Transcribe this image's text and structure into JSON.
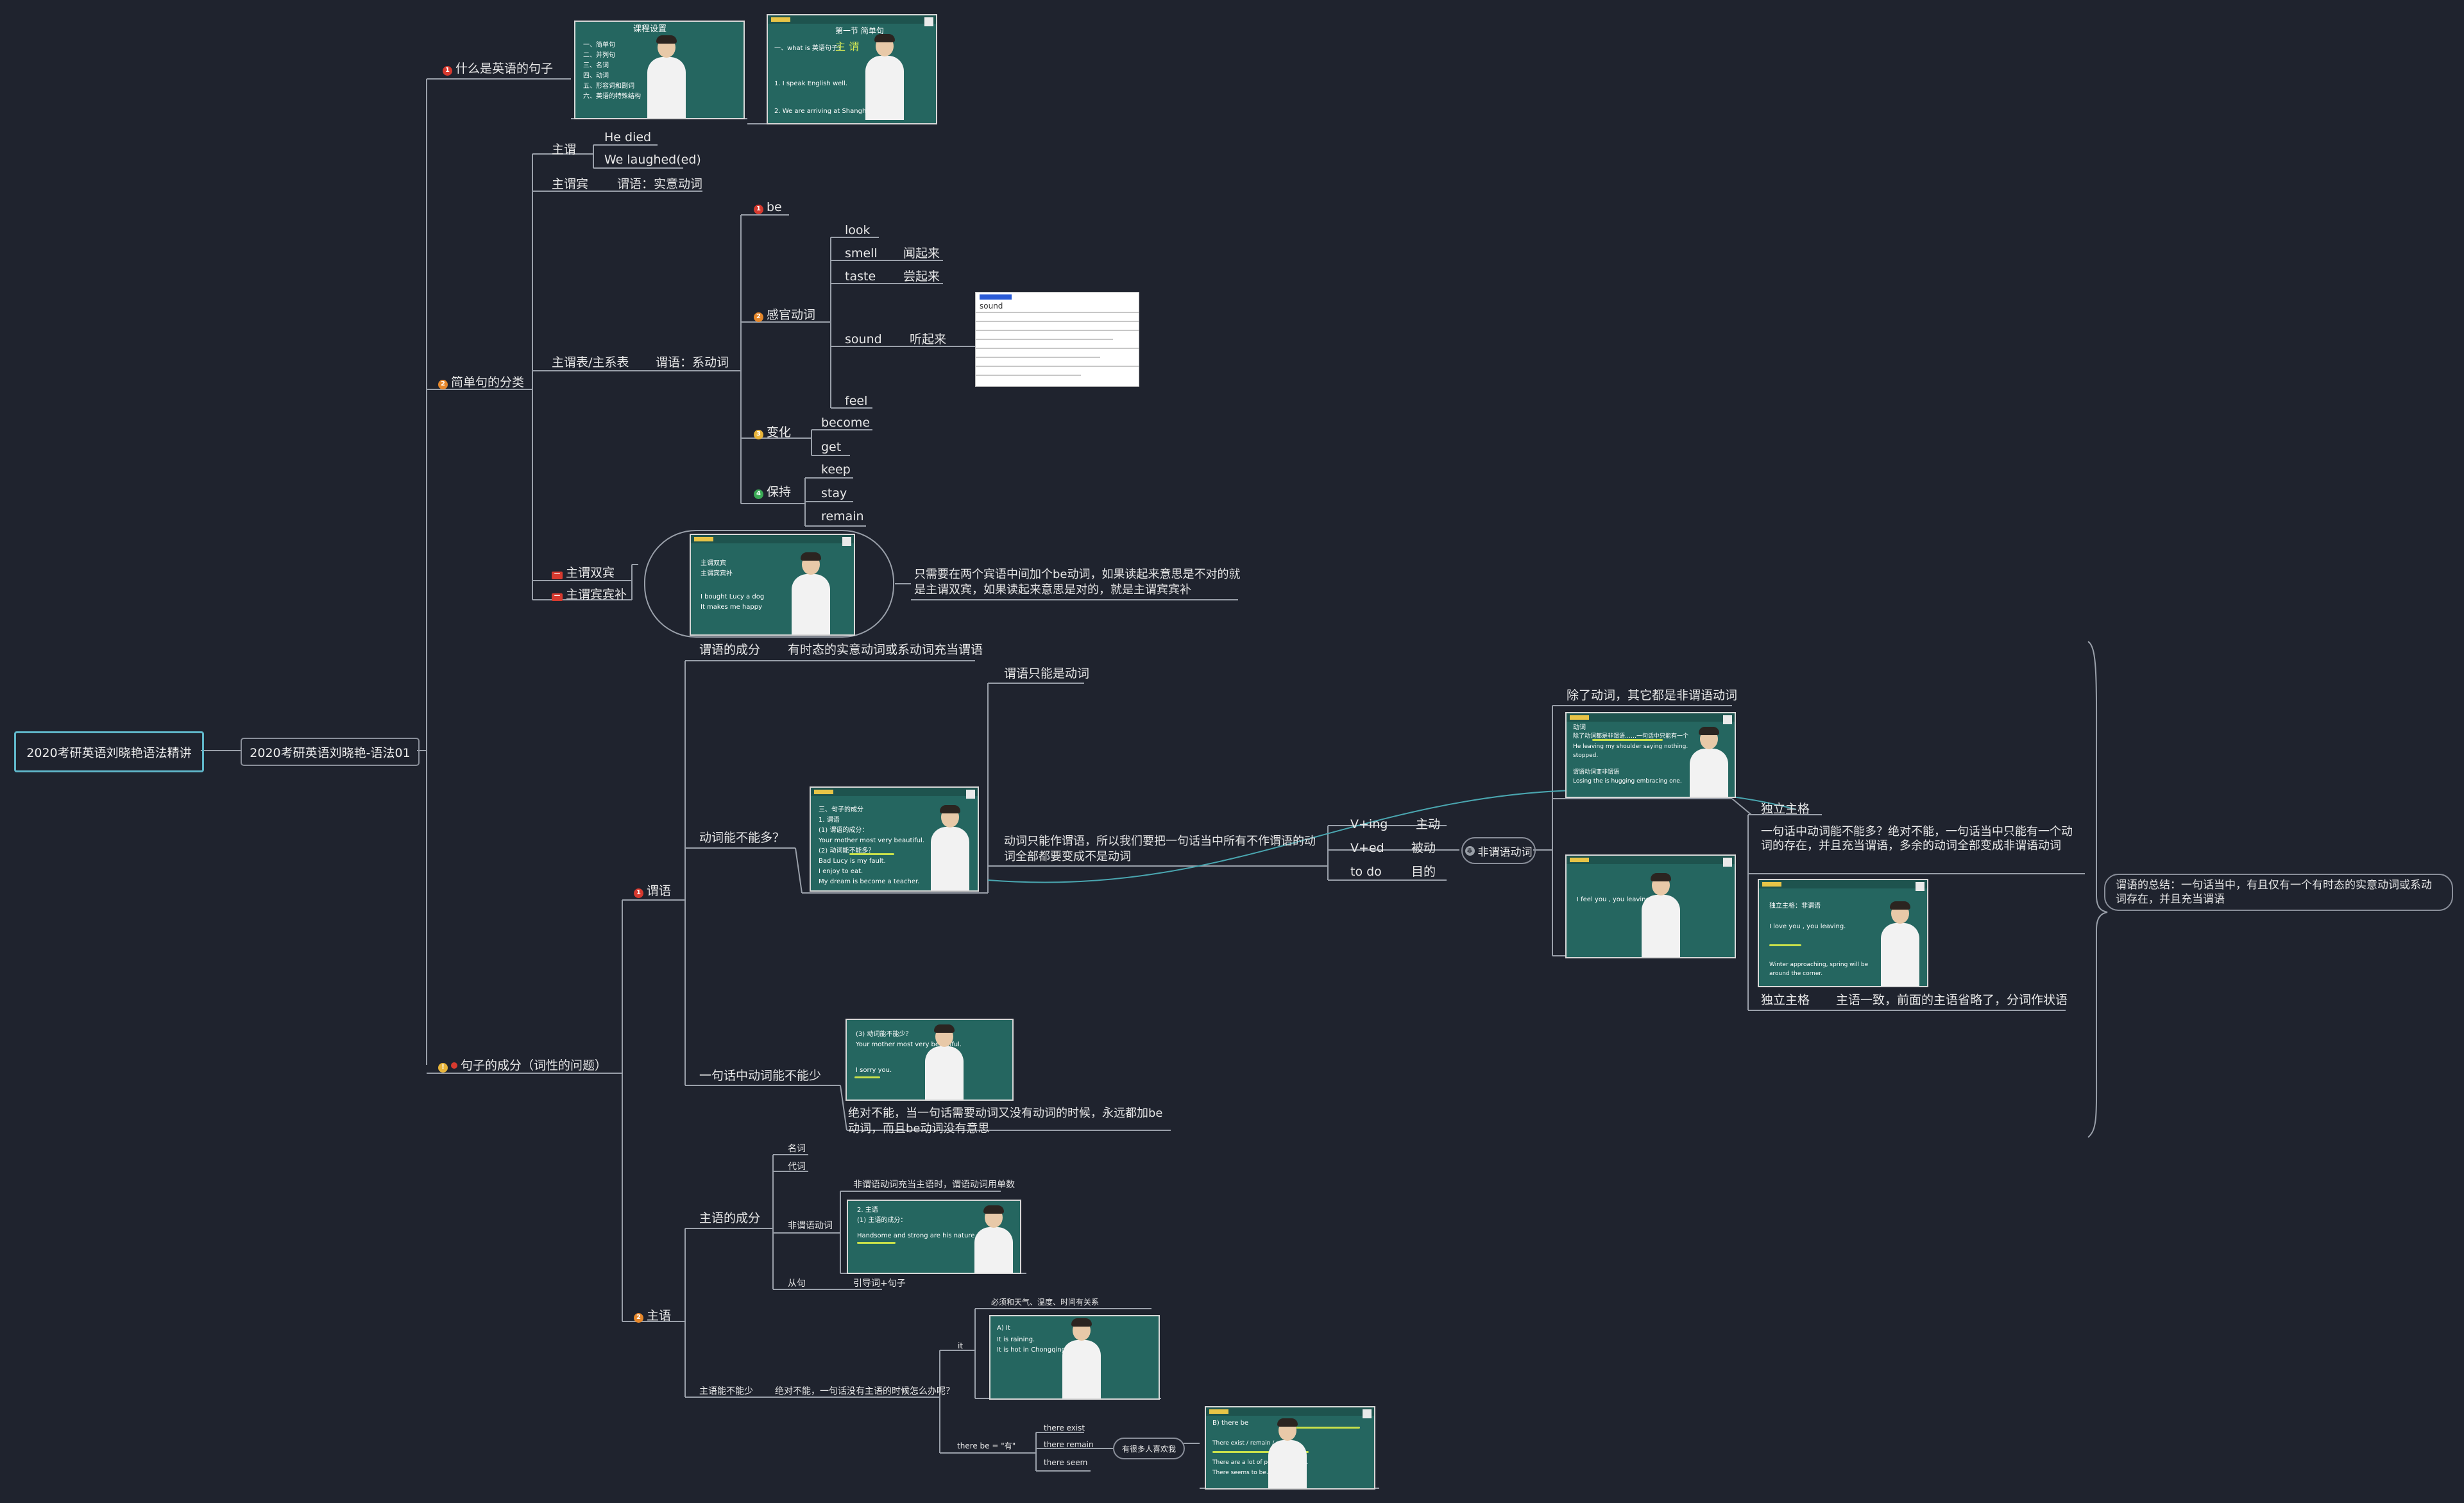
{
  "root": {
    "title": "2020考研英语刘晓艳语法精讲"
  },
  "sub": {
    "title": "2020考研英语刘晓艳-语法01"
  },
  "b1": {
    "label": "什么是英语的句子",
    "marker": "1",
    "slide1": {
      "title": "课程设置",
      "lines": [
        "一、简单句",
        "二、并列句",
        "三、名词",
        "四、动词",
        "五、形容词和副词",
        "六、英语的特殊结构"
      ]
    },
    "slide2": {
      "title": "第一节 简单句",
      "lines": [
        "一、what is 英语句子？",
        "1. I speak English well.",
        "2. We are arriving at Shanghai."
      ],
      "ink": "主 谓"
    }
  },
  "b2": {
    "label": "简单句的分类",
    "marker": "2",
    "zhuwei": "主谓",
    "he_died": "He died",
    "we_laughed": "We laughed",
    "zhuweibin": "主谓宾",
    "zhuweibin_note": "谓语：实意动词",
    "zhuxi": "主谓表/主系表",
    "zhuxi_note": "谓语：系动词",
    "be": "be",
    "be_marker": "1",
    "ganguan": "感官动词",
    "ganguan_marker": "2",
    "look": "look",
    "smell": "smell",
    "smell_zh": "闻起来",
    "taste": "taste",
    "taste_zh": "尝起来",
    "sound": "sound",
    "sound_zh": "听起来",
    "feel": "feel",
    "dict_word": "sound",
    "bianhua": "变化",
    "bianhua_marker": "3",
    "become": "become",
    "get": "get",
    "baochi": "保持",
    "baochi_marker": "4",
    "keep": "keep",
    "stay": "stay",
    "remain": "remain",
    "shuangbin": "主谓双宾",
    "binbu": "主谓宾宾补",
    "shuangbin_marker": "一",
    "binbu_marker": "一",
    "shuangbin_note": "只需要在两个宾语中间加个be动词，如果读起来意思是不对的就是主谓双宾，如果读起来意思是对的，就是主谓宾宾补",
    "slide3": {
      "lines": [
        "主谓双宾",
        "主谓宾宾补",
        "I bought Lucy a dog",
        "It makes me happy"
      ]
    }
  },
  "b3": {
    "label": "句子的成分（词性的问题）",
    "weiyu": "谓语",
    "weiyu_marker": "1",
    "chengfen": "谓语的成分",
    "chengfen_note": "有时态的实意动词或系动词充当谓语",
    "duo": "动词能不能多？",
    "zhineng": "谓语只能是动词",
    "duo_note": "动词只能作谓语，所以我们要把一句话当中所有不作谓语的动词全部都要变成不是动词",
    "ving": "V+ing",
    "ving_zh": "主动",
    "ved": "V+ed",
    "ved_zh": "被动",
    "todo": "to do",
    "todo_zh": "目的",
    "feiweiyu": "非谓语动词",
    "feiweiyu_marker": "非",
    "chule": "除了动词，其它都是非谓语动词",
    "duli1": "独立主格",
    "duli_note": "一句话中动词能不能多？绝对不能，一句话当中只能有一个动词的存在，并且充当谓语，多余的动词全部变成非谓语动词",
    "duli2": "独立主格",
    "duli2_note": "主语一致，前面的主语省略了，分词作状语",
    "summary": "谓语的总结：一句话当中，有且仅有一个有时态的实意动词或系动词存在，并且充当谓语",
    "shao": "一句话中动词能不能少",
    "shao_note": "绝对不能，当一句话需要动词又没有动词的时候，永远都加be动词，而且be动词没有意思",
    "zhuyu": "主语",
    "zhuyu_marker": "2",
    "zhuyu_chengfen": "主语的成分",
    "mingci": "名词",
    "daici": "代词",
    "feiweiyu2": "非谓语动词",
    "feiweiyu2_note": "非谓语动词充当主语时，谓语动词用单数",
    "congju": "从句",
    "congju_note": "引导词+句子",
    "zhuyu_shao": "主语能不能少",
    "zhuyu_shao_note": "绝对不能，一句话没有主语的时候怎么办呢？",
    "it": "it",
    "it_note": "必须和天气、温度、时间有关系",
    "there_be": "there be = \"有\"",
    "there_exist": "there exist",
    "there_remain": "there remain",
    "there_seem": "there seem",
    "youhen": "有很多人喜欢我",
    "slide_duo": {
      "lines": [
        "三、句子的成分",
        "1. 谓语",
        "(1) 谓语的成分：",
        "Your mother most very beautiful.",
        "(2) 动词能不能多？",
        "Bad Lucy is my fault.",
        "I enjoy to eat.",
        "My dream is become a teacher."
      ]
    },
    "slide_shao": {
      "lines": [
        "(3) 动词能不能少？",
        "Your mother most very beautiful.",
        "I sorry you."
      ]
    },
    "slide_chule": {
      "lines": [
        "动词",
        "除了动词都是非谓语……一句话中只能有一个",
        "He leaving my shoulder saying nothing.",
        "stopped.",
        "谓语动词变非谓语",
        "Losing the is hugging embracing one."
      ]
    },
    "slide_duli": {
      "lines": [
        "I feel you , you leaving."
      ]
    },
    "slide_duli2": {
      "lines": [
        "独立主格：非谓语",
        "I love you , you leaving.",
        "Winter approaching, spring will be",
        "around the corner."
      ]
    },
    "slide_zhuyu": {
      "lines": [
        "2. 主语",
        "(1) 主语的成分：",
        "Handsome and strong are his nature."
      ]
    },
    "slide_it": {
      "lines": [
        "A) It",
        "It is raining.",
        "It is hot in Chongqing."
      ]
    },
    "slide_there": {
      "lines": [
        "B) there be",
        "There exist / remain / seem",
        "There are a lot of people like me.",
        "There seems to be……"
      ]
    }
  }
}
